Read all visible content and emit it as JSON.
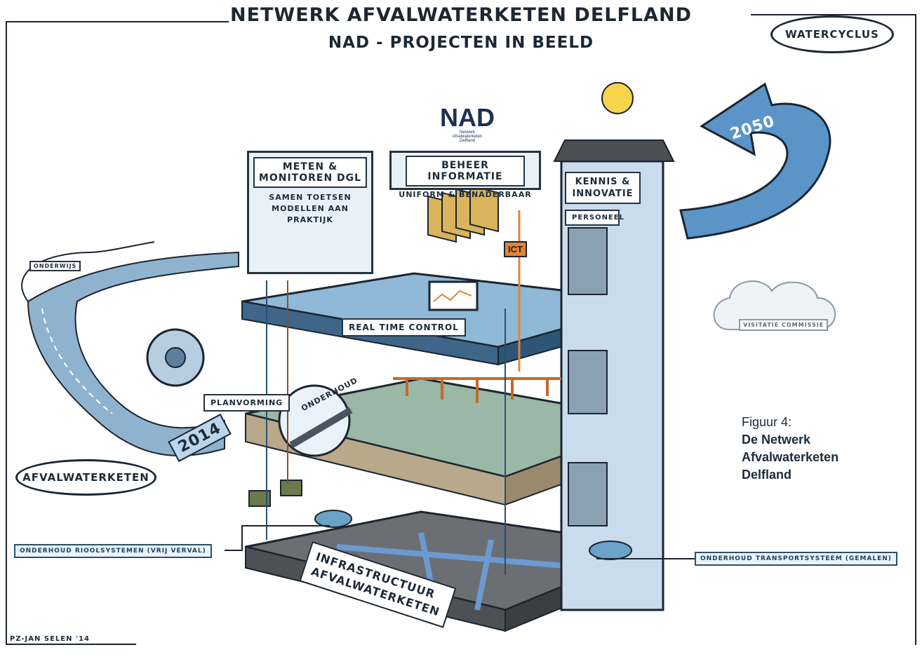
{
  "title": {
    "line1": "NETWERK AFVALWATERKETEN DELFLAND",
    "line2": "NAD - PROJECTEN IN BEELD"
  },
  "logo": {
    "abbr": "NAD",
    "line1": "Netwerk",
    "line2": "Afvalwaterketen",
    "line3": "Delfland"
  },
  "bubbles": {
    "watercyclus": "WATERCYCLUS",
    "afvalwaterketen": "AFVALWATERKETEN"
  },
  "panels": {
    "meten": {
      "head": "METEN & MONITOREN DGL",
      "sub1": "SAMEN TOETSEN",
      "sub2": "MODELLEN AAN PRAKTIJK"
    },
    "beheer": {
      "head": "BEHEER INFORMATIE",
      "sub": "UNIFORM & BENADERBAAR"
    },
    "kennis": {
      "head1": "KENNIS &",
      "head2": "INNOVATIE",
      "personeel": "PERSONEEL"
    }
  },
  "labels": {
    "ict": "ICT",
    "real_time_control": "REAL TIME CONTROL",
    "onderhoud": "ONDERHOUD",
    "planvorming": "PLANVORMING",
    "onderwijs": "ONDERWIJS",
    "year_2014": "2014",
    "year_2050": "2050",
    "visitatie": "VISITATIE COMMISSIE",
    "riool": "ONDERHOUD RIOOLSYSTEMEN (VRIJ VERVAL)",
    "transport": "ONDERHOUD TRANSPORTSYSTEEM (GEMALEN)",
    "infra1": "INFRASTRUCTUUR",
    "infra2": "AFVALWATERKETEN",
    "signature": "PZ-JAN SELEN '14"
  },
  "caption": {
    "line1": "Figuur 4:",
    "line2": "De Netwerk",
    "line3": "Afvalwaterketen",
    "line4": "Delfland"
  },
  "colors": {
    "line": "#1b2430",
    "platform_top": "#8fb9d6",
    "platform_side": "#3f6688",
    "road": "#6f97b7",
    "arrow_2050": "#5b95c8",
    "ict_orange": "#e0843a",
    "folder_yellow": "#d9b45a",
    "bulb": "#f6d54a"
  }
}
